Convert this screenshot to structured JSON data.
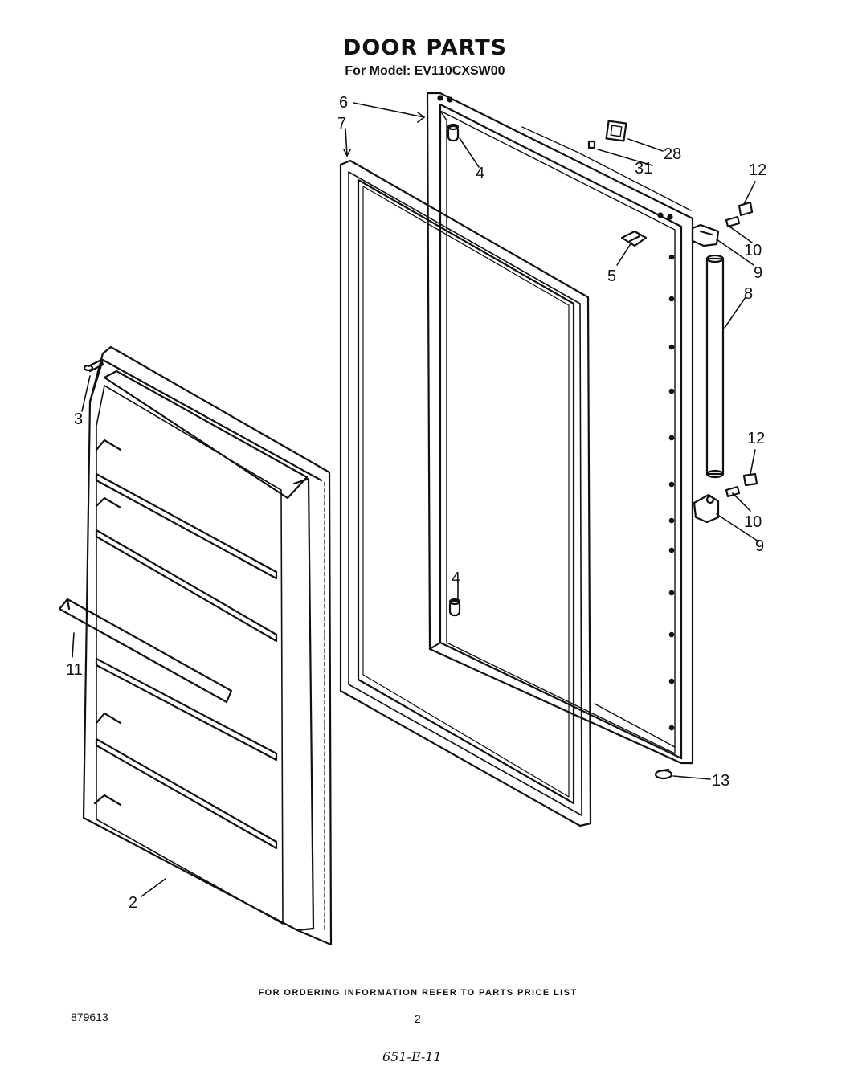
{
  "header": {
    "title": "DOOR PARTS",
    "model_line": "For Model: EV110CXSW00"
  },
  "callouts": [
    "6",
    "7",
    "28",
    "31",
    "4",
    "12",
    "10",
    "9",
    "5",
    "8",
    "3",
    "12",
    "10",
    "9",
    "4",
    "11",
    "13",
    "2"
  ],
  "footer": {
    "ordering_info": "FOR ORDERING INFORMATION REFER TO PARTS PRICE LIST",
    "doc_number": "879613",
    "page": "2",
    "handwritten_code": "651-E-11"
  }
}
